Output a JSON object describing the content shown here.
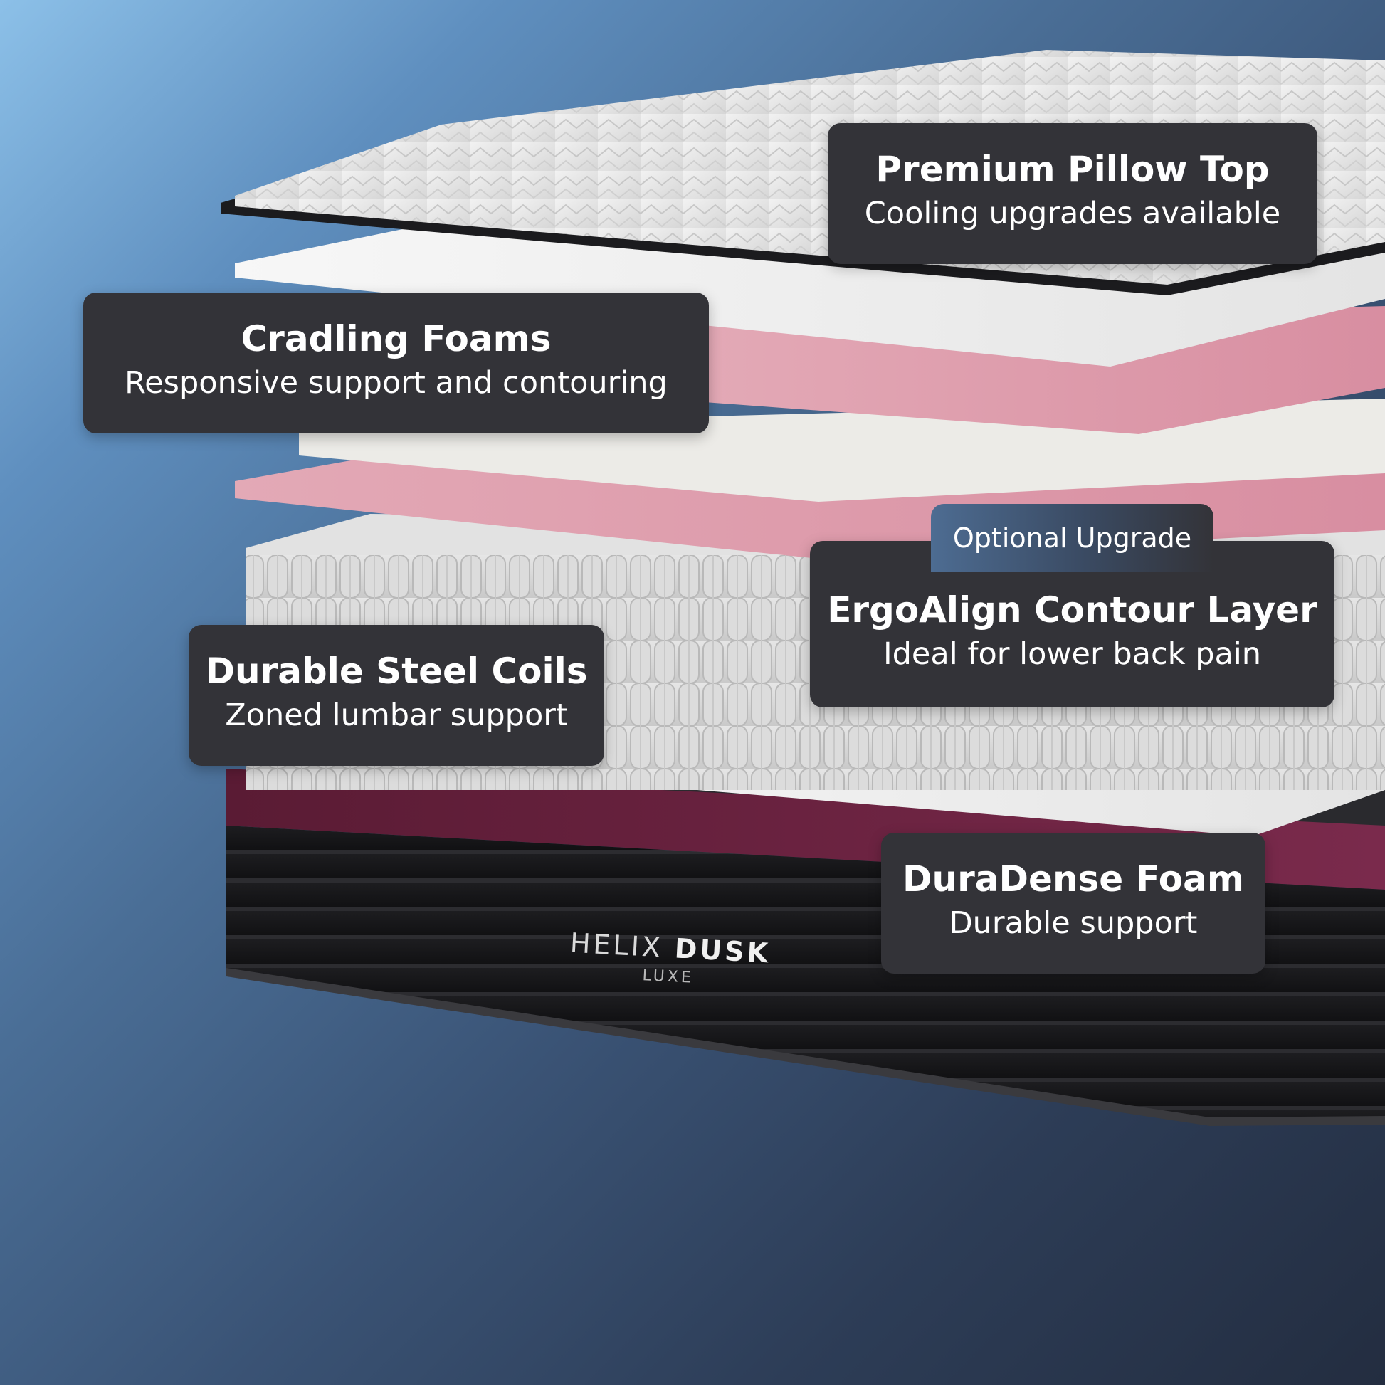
{
  "callouts": {
    "pillow_top": {
      "title": "Premium Pillow Top",
      "subtitle": "Cooling upgrades available"
    },
    "cradling_foams": {
      "title": "Cradling Foams",
      "subtitle": "Responsive support and contouring"
    },
    "steel_coils": {
      "title": "Durable Steel Coils",
      "subtitle": "Zoned lumbar support"
    },
    "ergoalign": {
      "badge": "Optional Upgrade",
      "title": "ErgoAlign Contour Layer",
      "subtitle": "Ideal for lower back pain"
    },
    "duradense": {
      "title": "DuraDense Foam",
      "subtitle": "Durable support"
    }
  },
  "brand": {
    "name_light": "HELIX",
    "name_bold": "DUSK",
    "sub": "LUXE"
  },
  "colors": {
    "callout_background": "#333338",
    "callout_text": "#ffffff",
    "pink_foam": "#d98da0",
    "burgundy_foam": "#6b2240",
    "base_black": "#151517"
  }
}
